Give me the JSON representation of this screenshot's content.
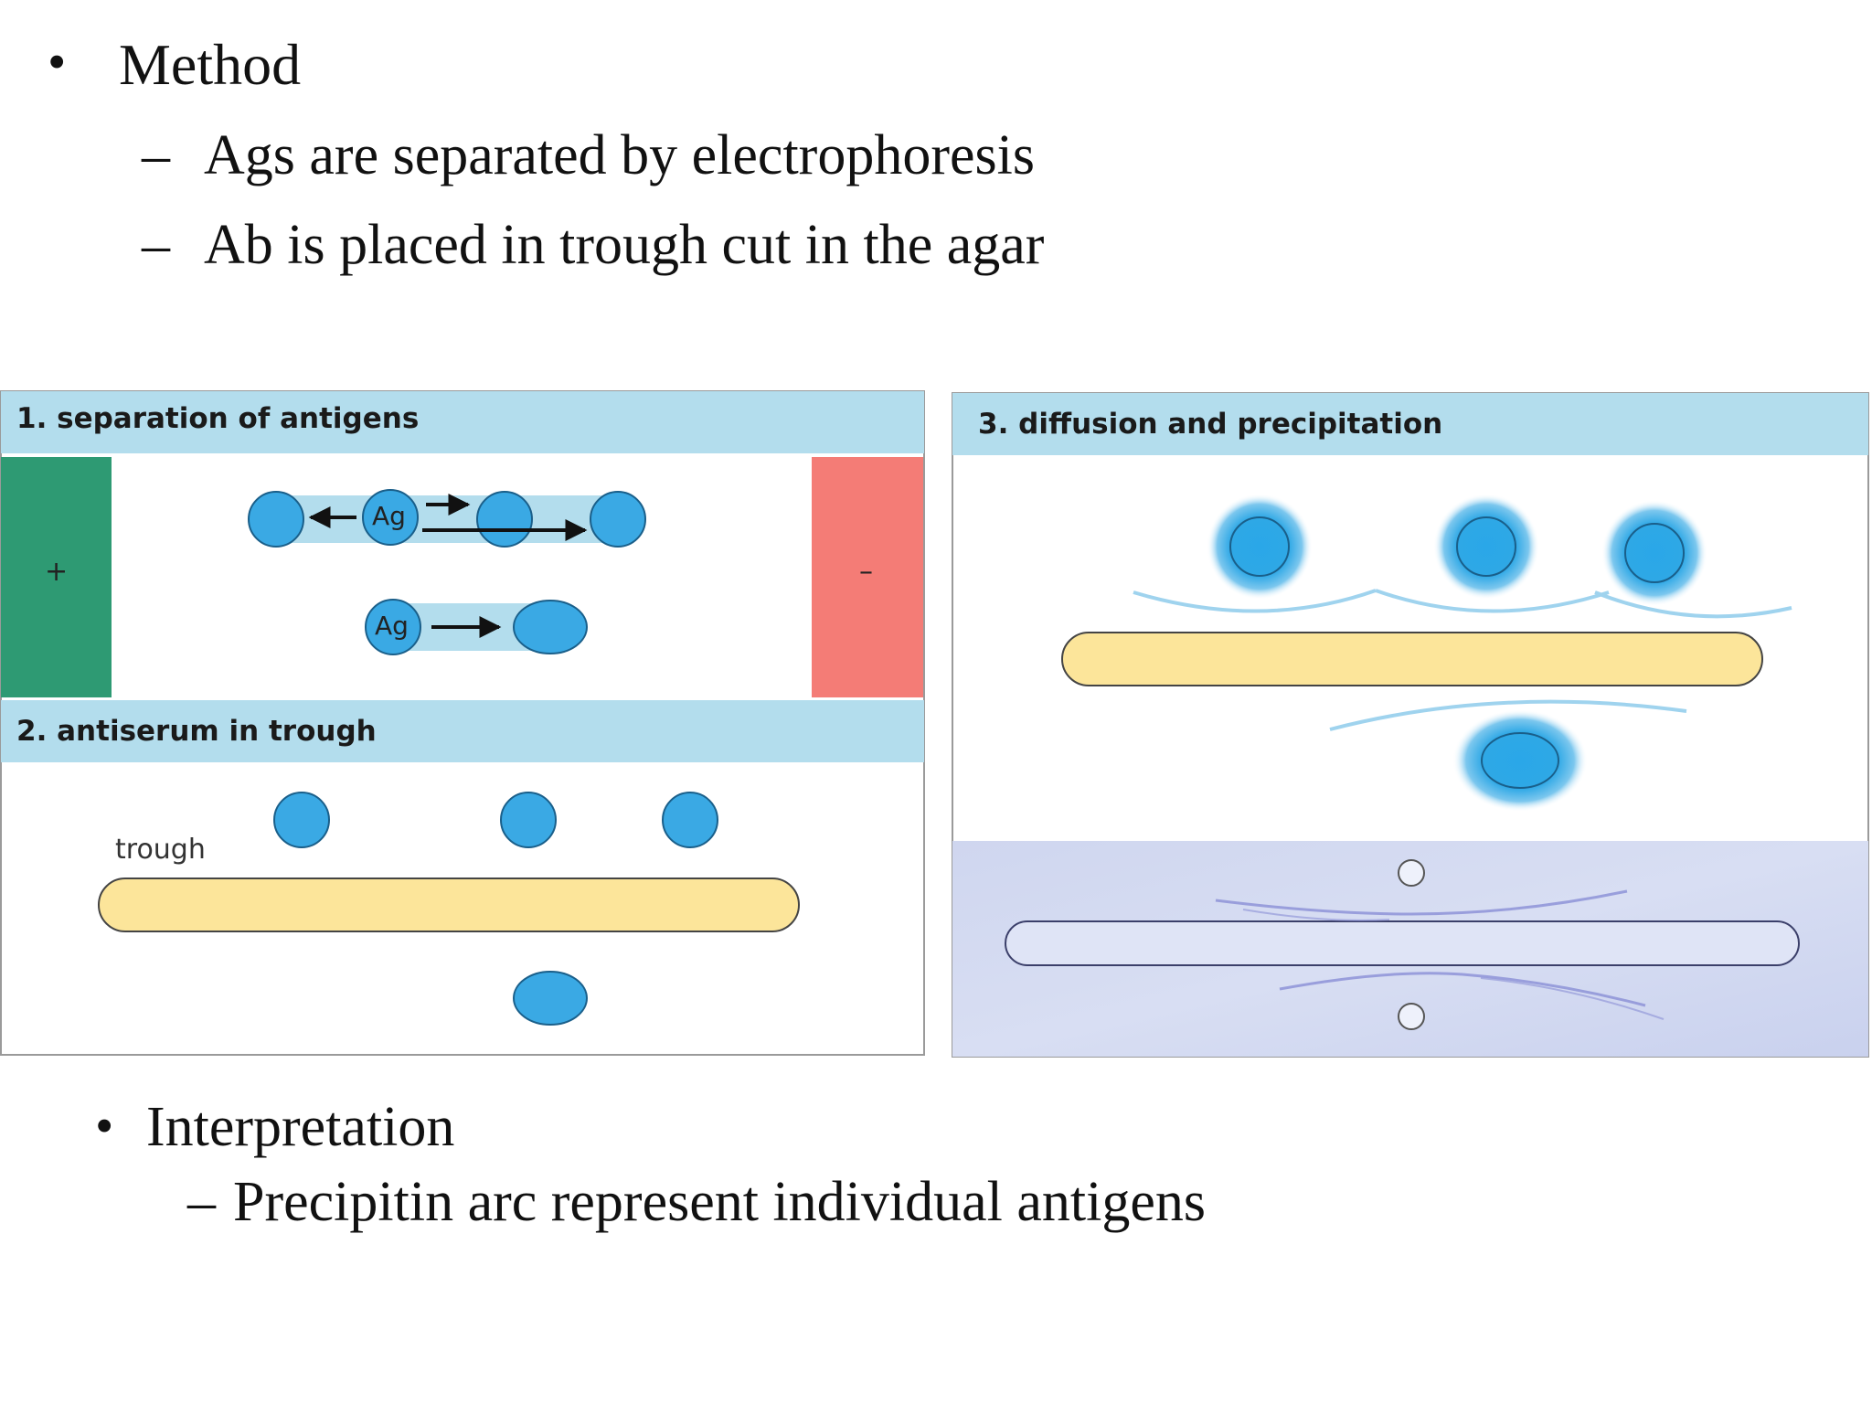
{
  "slide": {
    "bullets": [
      {
        "marker": "•",
        "text": "Method"
      },
      {
        "marker": "–",
        "text": "Ags are separated by electrophoresis"
      },
      {
        "marker": "–",
        "text": "Ab is placed in trough cut in the agar"
      },
      {
        "marker": "•",
        "text": "Interpretation"
      },
      {
        "marker": "–",
        "text": "Precipitin arc represent individual antigens"
      }
    ]
  },
  "figure": {
    "panel1": {
      "title": "1. separation of antigens",
      "plus": "+",
      "minus": "–",
      "ag_label": "Ag"
    },
    "panel2": {
      "title": "2. antiserum in trough",
      "trough_label": "trough"
    },
    "panel3": {
      "title": "3. diffusion and precipitation"
    }
  },
  "colors": {
    "header_band": "#b3dded",
    "anode": "#2e9a73",
    "cathode": "#f47c76",
    "antigen": "#3aa9e4",
    "trough": "#fce59a",
    "photo_bg": "#d2d9f1"
  }
}
